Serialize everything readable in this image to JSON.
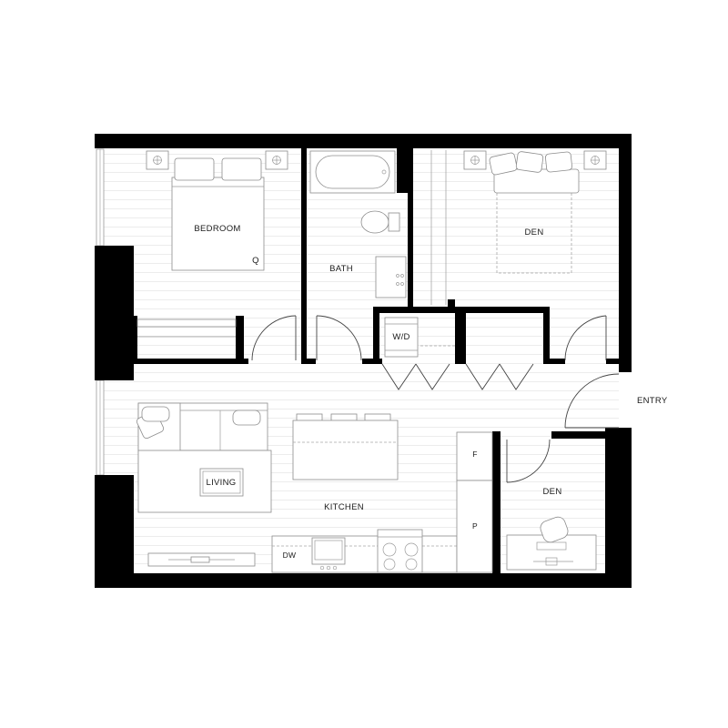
{
  "rooms": {
    "bedroom": "BEDROOM",
    "bed_size": "Q",
    "bath": "BATH",
    "den_top": "DEN",
    "wd": "W/D",
    "entry": "ENTRY",
    "living": "LIVING",
    "kitchen": "KITCHEN",
    "dw": "DW",
    "fridge": "F",
    "pantry": "P",
    "den_bottom": "DEN"
  },
  "colors": {
    "wall": "#000000",
    "floor_lines": "#ececec",
    "furniture_stroke": "#8c8c8c"
  }
}
